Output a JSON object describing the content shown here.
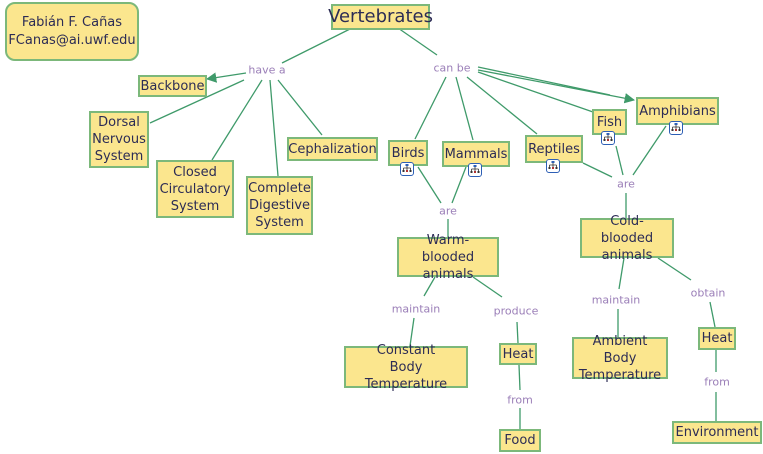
{
  "colors": {
    "concept_fill": "#fbe68e",
    "concept_border": "#7cb87a",
    "concept_text": "#2c2c55",
    "link_line": "#3f9a6a",
    "link_text": "#9b7fb8",
    "submap_icon_border": "#2d5fb5"
  },
  "author": {
    "name": "Fabián F. Cañas",
    "email": "FCanas@ai.uwf.edu"
  },
  "concepts": {
    "vertebrates": "Vertebrates",
    "backbone": "Backbone",
    "dorsal_nervous_system": "Dorsal\nNervous\nSystem",
    "closed_circulatory_system": "Closed\nCirculatory\nSystem",
    "complete_digestive_system": "Complete\nDigestive\nSystem",
    "cephalization": "Cephalization",
    "birds": "Birds",
    "mammals": "Mammals",
    "reptiles": "Reptiles",
    "fish": "Fish",
    "amphibians": "Amphibians",
    "warm_blooded": "Warm-blooded\nanimals",
    "cold_blooded": "Cold-blooded\nanimals",
    "constant_body_temp": "Constant\nBody Temperature",
    "heat_warm": "Heat",
    "food": "Food",
    "ambient_body_temp": "Ambient Body\nTemperature",
    "heat_cold": "Heat",
    "environment": "Environment"
  },
  "link_phrases": {
    "have_a": "have a",
    "can_be": "can be",
    "are_warm": "are",
    "are_cold": "are",
    "maintain_warm": "maintain",
    "produce": "produce",
    "from_food": "from",
    "maintain_cold": "maintain",
    "obtain": "obtain",
    "from_env": "from"
  },
  "icons": {
    "submap": "submap-icon"
  }
}
